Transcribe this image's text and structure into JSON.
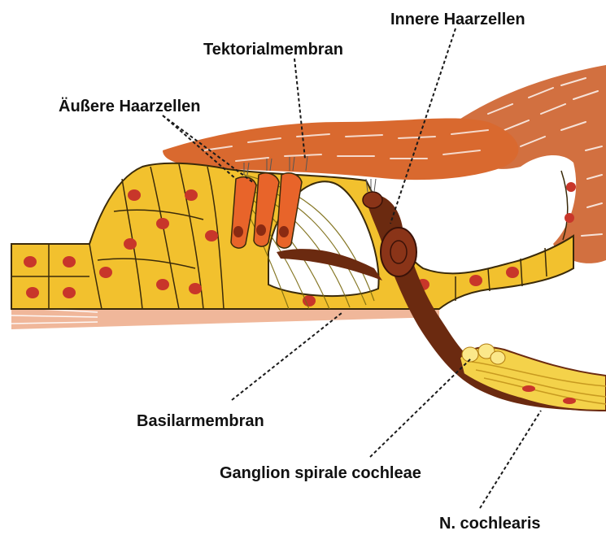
{
  "labels": {
    "innere_haarzellen": "Innere Haarzellen",
    "tektorialmembran": "Tektorialmembran",
    "aeussere_haarzellen": "Äußere Haarzellen",
    "basilarmembran": "Basilarmembran",
    "ganglion": "Ganglion spirale cochleae",
    "n_cochlearis": "N. cochlearis"
  },
  "colors": {
    "support_cells": "#f2c12e",
    "cell_outline": "#3a2a0a",
    "nuclei": "#c8362a",
    "outer_hair_cells": "#e8642a",
    "tectorial": "#d9692f",
    "limbus": "#d27040",
    "nerve_brown": "#6b2a10",
    "ganglion_yellow": "#f4d24a",
    "basilar_band": "#f0b79a"
  }
}
